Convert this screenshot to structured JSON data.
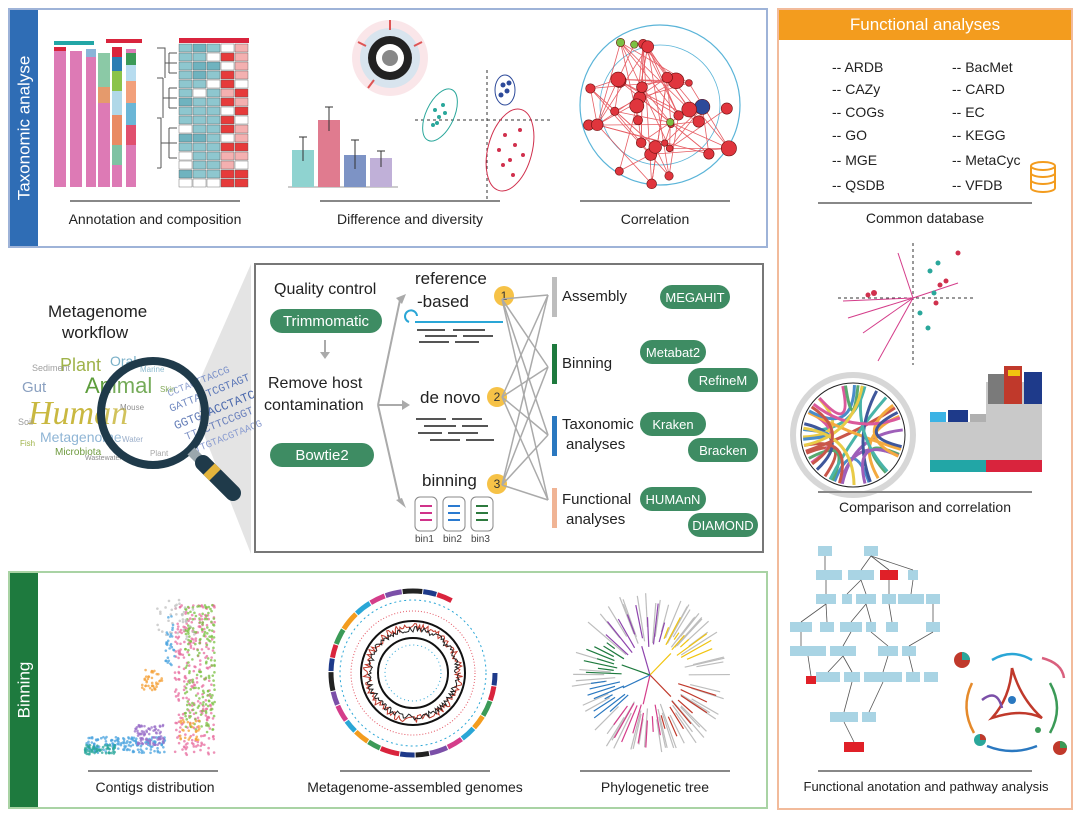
{
  "taxonomic": {
    "tab": "Taxonomic analyse",
    "captions": [
      "Annotation and composition",
      "Difference and diversity",
      "Correlation"
    ]
  },
  "binning": {
    "tab": "Binning",
    "captions": [
      "Contigs distribution",
      "Metagenome-assembled genomes",
      "Phylogenetic tree"
    ]
  },
  "functional": {
    "header": "Functional analyses",
    "db_left": [
      "-- ARDB",
      "-- CAZy",
      "-- COGs",
      "-- GO",
      "-- MGE",
      "-- QSDB"
    ],
    "db_right": [
      "-- BacMet",
      "-- CARD",
      "-- EC",
      "-- KEGG",
      "-- MetaCyc",
      "-- VFDB"
    ],
    "captions": [
      "Common database",
      "Comparison and correlation",
      "Functional anotation and pathway analysis"
    ]
  },
  "workflow": {
    "title_line1": "Metagenome",
    "title_line2": "workflow",
    "quality_control": "Quality control",
    "trimmomatic": "Trimmomatic",
    "remove_host_line1": "Remove host",
    "remove_host_line2": "contamination",
    "bowtie2": "Bowtie2",
    "reference_line1": "reference",
    "reference_line2": "-based",
    "de_novo": "de novo",
    "binning": "binning",
    "numbers": [
      "1",
      "2",
      "3"
    ],
    "bins": [
      "bin1",
      "bin2",
      "bin3"
    ],
    "assembly": "Assembly",
    "megahit": "MEGAHIT",
    "binning_step": "Binning",
    "metabat2": "Metabat2",
    "refinem": "RefineM",
    "taxonomic_line1": "Taxonomic",
    "taxonomic_line2": "analyses",
    "kraken": "Kraken",
    "bracken": "Bracken",
    "functional_line1": "Functional",
    "functional_line2": "analyses",
    "humann": "HUMAnN",
    "diamond": "DIAMOND"
  },
  "wordcloud": {
    "words": [
      "Human",
      "Animal",
      "Plant",
      "Oral",
      "Gut",
      "Sediment",
      "Metagenome",
      "Microbiota",
      "Soil",
      "Water",
      "Mouse",
      "Fish",
      "Marine",
      "Wastewater",
      "Skin",
      "Plant"
    ],
    "sequence": [
      "CCTACTTACCG",
      "GATTAGTCGTAGT",
      "GGTGTACCTATC",
      "TTACTTCCGGT",
      "TTGTACGTAACG"
    ]
  },
  "colors": {
    "blue_tab": "#2f6db5",
    "green_tab": "#1e7a3e",
    "orange_header": "#f39c1e",
    "pill_green": "#3e8c63",
    "badge": "#f6c247"
  }
}
